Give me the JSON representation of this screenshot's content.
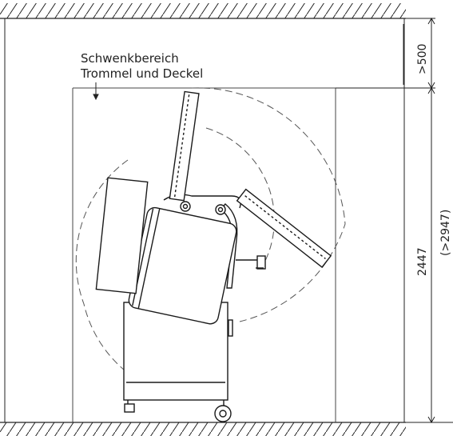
{
  "labels": {
    "swing_line1": "Schwenkbereich",
    "swing_line2": "Trommel und Deckel"
  },
  "dimensions": {
    "top_clearance": ">500",
    "height": "2447",
    "total_height": "(>2947)"
  },
  "colors": {
    "line": "#1a1a1a",
    "dashed": "#555555"
  }
}
